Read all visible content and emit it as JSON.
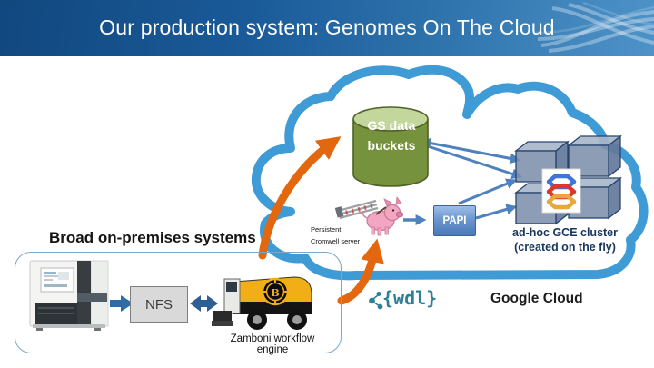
{
  "header": {
    "title": "Our production system: Genomes On The Cloud"
  },
  "cloud": {
    "bucket_label_line1": "GS data",
    "bucket_label_line2": "buckets",
    "cromwell_line1": "Persistent",
    "cromwell_line2": "Cromwell server",
    "papi_label": "PAPI",
    "gce_cluster_line1": "ad-hoc GCE cluster",
    "gce_cluster_line2": "(created on the fly)",
    "wdl_label": "{wdl}",
    "google_cloud_label": "Google Cloud"
  },
  "onprem": {
    "heading": "Broad on-premises systems",
    "nfs_label": "NFS",
    "zamboni_caption": "Zamboni workflow engine",
    "zamboni_logo_letter": "B"
  },
  "colors": {
    "header_blue_dark": "#11487e",
    "header_blue_light": "#4e93c8",
    "cloud_outline_blue": "#3f9bd6",
    "flow_arrow_orange": "#e3670e",
    "connector_steel_blue": "#4f81bd",
    "bucket_olive": "#76923c",
    "bucket_olive_light": "#c3d69b",
    "gce_label_navy": "#17365d",
    "wdl_teal": "#2e7f99"
  }
}
